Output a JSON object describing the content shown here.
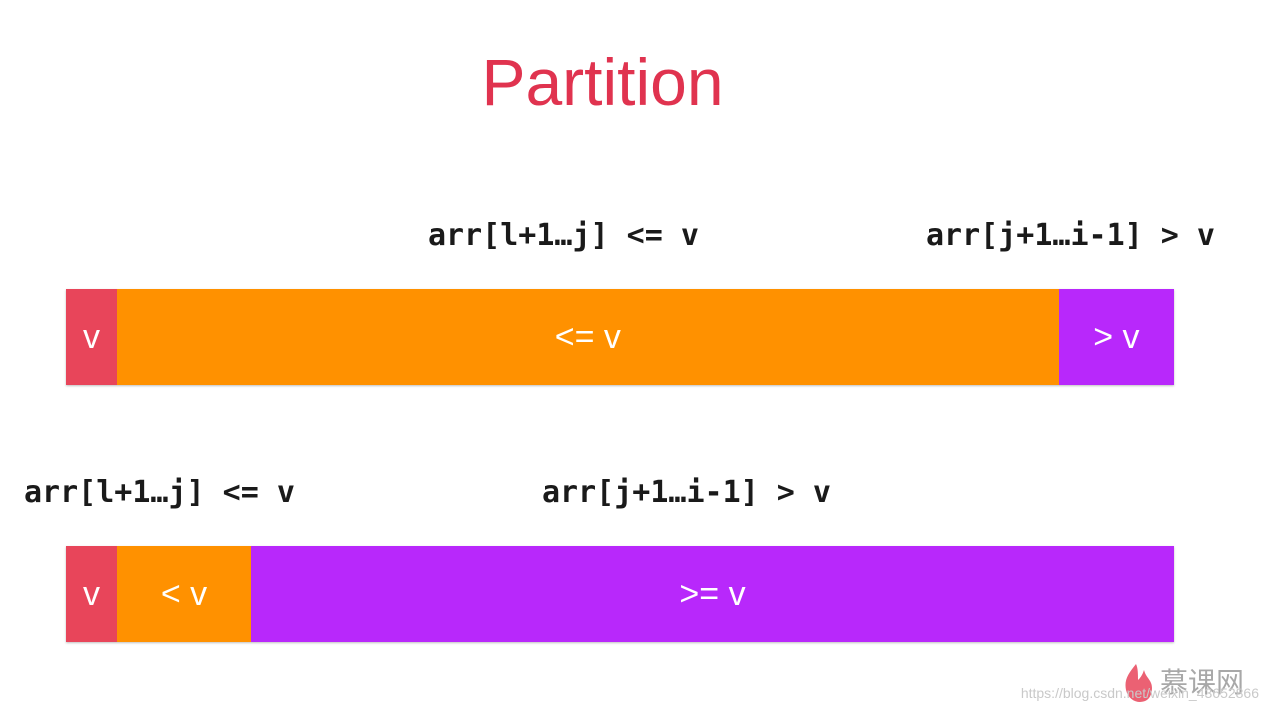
{
  "title": "Partition",
  "colors": {
    "title": "#e0334f",
    "v": "#e8455a",
    "less": "#ff9100",
    "greater": "#b828fb"
  },
  "top": {
    "label_left": "arr[l+1…j] <= v",
    "label_right": "arr[j+1…i-1] > v",
    "segments": [
      {
        "text": "v",
        "color": "#e8455a",
        "fraction": 0.046
      },
      {
        "text": "<= v",
        "color": "#ff9100",
        "fraction": 0.85
      },
      {
        "text": "> v",
        "color": "#b828fb",
        "fraction": 0.104
      }
    ]
  },
  "bottom": {
    "label_left": "arr[l+1…j] <= v",
    "label_right": "arr[j+1…i-1] > v",
    "segments": [
      {
        "text": "v",
        "color": "#e8455a",
        "fraction": 0.046
      },
      {
        "text": "< v",
        "color": "#ff9100",
        "fraction": 0.121
      },
      {
        "text": ">= v",
        "color": "#b828fb",
        "fraction": 0.833
      }
    ]
  },
  "watermark": {
    "url": "https://blog.csdn.net/weixin_43652866",
    "logo_text": "慕课网"
  }
}
